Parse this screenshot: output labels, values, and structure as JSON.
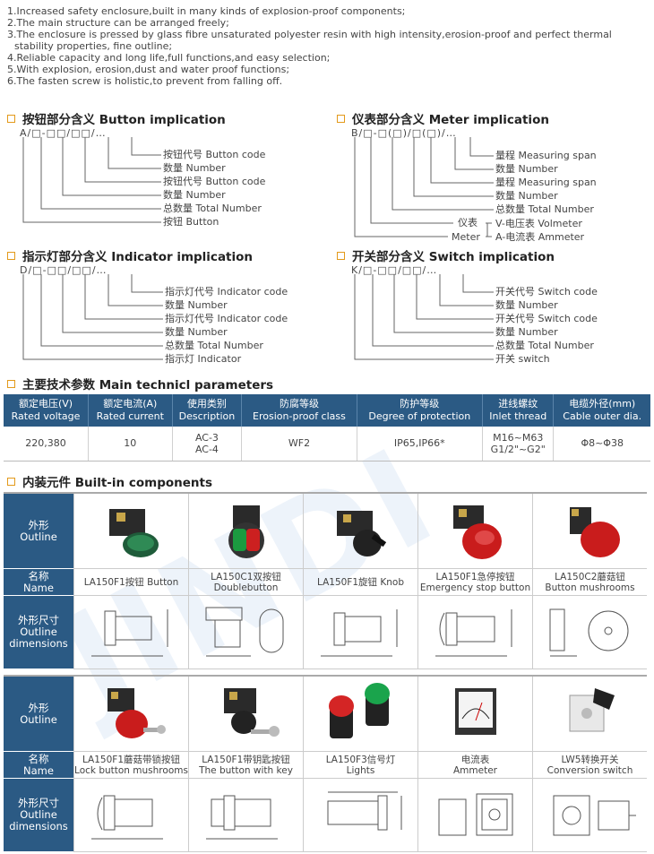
{
  "intro": [
    "1.Increased safety enclosure,built in many kinds  of explosion-proof components;",
    "2.The main structure can be arranged freely;",
    "3.The enclosure is pressed by glass fibre unsaturated polyester resin with high intensity,erosion-proof and perfect thermal",
    "stability properties, fine outline;",
    "4.Reliable capacity and long life,full functions,and easy selection;",
    "5.With explosion, erosion,dust and water proof functions;",
    "6.The fasten screw is holistic,to prevent from falling off."
  ],
  "button": {
    "title": "按钮部分含义 Button implication",
    "code": "A/□-□□/□□/…",
    "labels": [
      "按钮代号 Button code",
      "数量 Number",
      "按钮代号 Button code",
      "数量 Number",
      "总数量 Total Number",
      "按钮 Button"
    ]
  },
  "meter": {
    "title": "仪表部分含义 Meter implication",
    "code": "B/□-□(□)/□(□)/…",
    "labels": [
      "量程 Measuring span",
      "数量 Number",
      "量程 Measuring span",
      "数量 Number",
      "总数量 Total Number"
    ],
    "type_cn": "仪表",
    "type_en": "Meter",
    "volt": "V-电压表 Volmeter",
    "amm": "A-电流表 Ammeter"
  },
  "indicator": {
    "title": "指示灯部分含义 Indicator implication",
    "code": "D/□-□□/□□/…",
    "labels": [
      "指示灯代号 Indicator code",
      "数量 Number",
      "指示灯代号 Indicator code",
      "数量 Number",
      "总数量 Total Number",
      "指示灯 Indicator"
    ]
  },
  "switch": {
    "title": "开关部分含义 Switch implication",
    "code": "K/□-□□/□□/…",
    "labels": [
      "开关代号 Switch code",
      "数量 Number",
      "开关代号 Switch code",
      "数量 Number",
      "总数量 Total Number",
      "开关 switch"
    ]
  },
  "params": {
    "title": "主要技术参数 Main technicl parameters",
    "headers": [
      [
        "额定电压(V)",
        "Rated voltage"
      ],
      [
        "额定电流(A)",
        "Rated current"
      ],
      [
        "使用类别",
        "Description"
      ],
      [
        "防腐等级",
        "Erosion-proof class"
      ],
      [
        "防护等级",
        "Degree of protection"
      ],
      [
        "进线螺纹",
        "Inlet thread"
      ],
      [
        "电缆外径(mm)",
        "Cable outer dia."
      ]
    ],
    "row": [
      [
        "220,380"
      ],
      [
        "10"
      ],
      [
        "AC-3",
        "AC-4"
      ],
      [
        "WF2"
      ],
      [
        "IP65,IP66*"
      ],
      [
        "M16~M63",
        "G1/2\"~G2\""
      ],
      [
        "Φ8~Φ38"
      ]
    ]
  },
  "builtin": {
    "title": "内装元件 Built-in components",
    "outline": [
      "外形",
      "Outline"
    ],
    "name": [
      "名称",
      "Name"
    ],
    "dims": [
      "外形尺寸",
      "Outline",
      "dimensions"
    ],
    "group1": [
      [
        "LA150F1按钮 Button"
      ],
      [
        "LA150C1双按钮",
        "Doublebutton"
      ],
      [
        "LA150F1旋钮 Knob"
      ],
      [
        "LA150F1急停按钮",
        "Emergency stop button"
      ],
      [
        "LA150C2蘑菇钮",
        "Button mushrooms"
      ]
    ],
    "group2": [
      [
        "LA150F1蘑菇带锁按钮",
        "Lock button mushrooms"
      ],
      [
        "LA150F1带钥匙按钮",
        "The button with key"
      ],
      [
        "LA150F3信号灯",
        "Lights"
      ],
      [
        "电流表",
        "Ammeter"
      ],
      [
        "LW5转换开关",
        "Conversion switch"
      ]
    ]
  },
  "watermark": "JINDI",
  "colors": {
    "accent": "#e39a1b",
    "header": "#2b5a84"
  }
}
